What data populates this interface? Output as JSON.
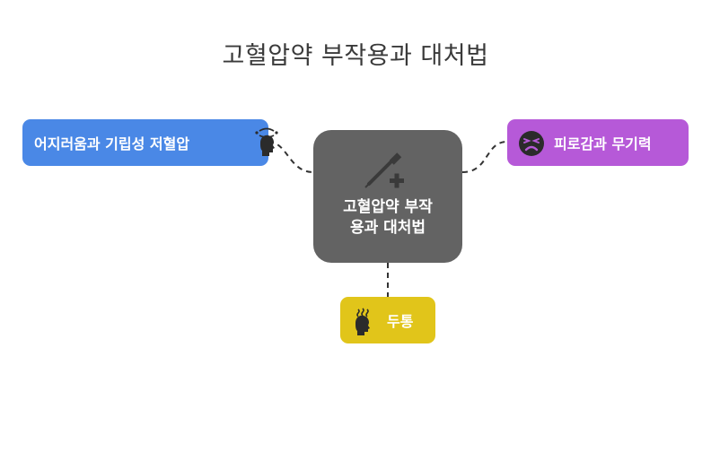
{
  "diagram": {
    "title": "고혈압약 부작용과 대처법",
    "center": {
      "label_line1": "고혈압약 부작",
      "label_line2": "용과 대처법",
      "icon": "syringe-plus-icon",
      "color": "#636363"
    },
    "branches": [
      {
        "id": "dizziness",
        "label": "어지러움과 기립성 저혈압",
        "icon": "dizzy-head-icon",
        "color": "#4a88e6"
      },
      {
        "id": "fatigue",
        "label": "피로감과 무기력",
        "icon": "tired-face-icon",
        "color": "#b659d8"
      },
      {
        "id": "headache",
        "label": "두통",
        "icon": "headache-head-icon",
        "color": "#e1c51a"
      }
    ]
  }
}
